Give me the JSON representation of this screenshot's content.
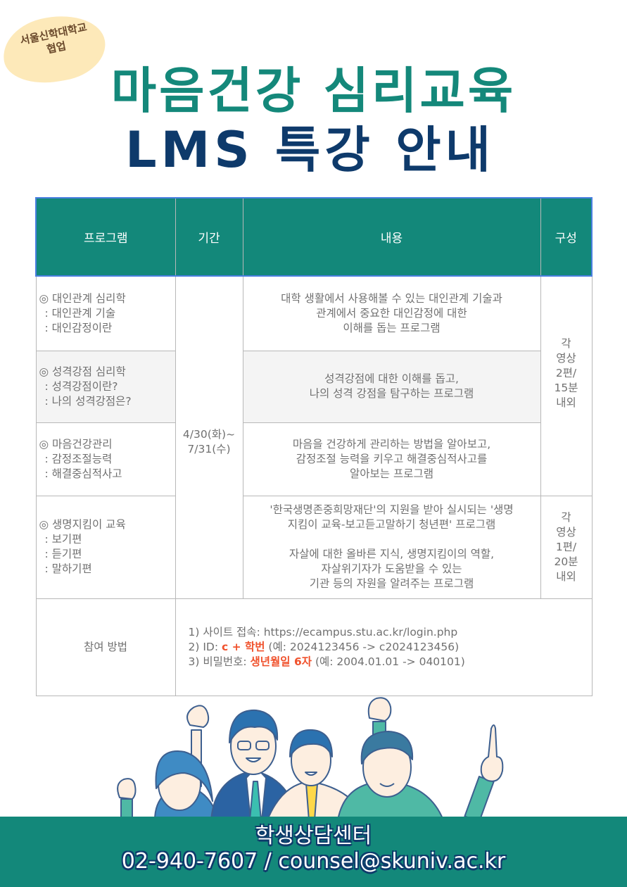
{
  "badge": {
    "line1": "서울신학대학교",
    "line2": "협업"
  },
  "title": {
    "line1": "마음건강 심리교육",
    "line2": "LMS 특강 안내"
  },
  "colors": {
    "primary_teal": "#13887a",
    "navy": "#0e3a6b",
    "highlight_red": "#f0522d",
    "bubble": "#fde9b9"
  },
  "table": {
    "headers": [
      "프로그램",
      "기간",
      "내용",
      "구성"
    ],
    "period": {
      "line1": "4/30(화)~",
      "line2": "7/31(수)"
    },
    "rows": [
      {
        "program": {
          "title": "◎ 대인관계 심리학",
          "subs": [
            ": 대인관계 기술",
            ": 대인감정이란"
          ]
        },
        "content": [
          "대학 생활에서 사용해볼 수 있는 대인관계 기술과",
          "관계에서 중요한 대인감정에 대한",
          "이해를 돕는 프로그램"
        ]
      },
      {
        "program": {
          "title": "◎ 성격강점 심리학",
          "subs": [
            ": 성격강점이란?",
            ": 나의 성격강점은?"
          ]
        },
        "content": [
          "성격강점에 대한 이해를 돕고,",
          "나의 성격 강점을 탐구하는 프로그램"
        ]
      },
      {
        "program": {
          "title": "◎ 마음건강관리",
          "subs": [
            ": 감정조절능력",
            ": 해결중심적사고"
          ]
        },
        "content": [
          "마음을 건강하게 관리하는 방법을 알아보고,",
          "감정조절 능력을 키우고 해결중심적사고를",
          "알아보는 프로그램"
        ]
      },
      {
        "program": {
          "title": "◎ 생명지킴이 교육",
          "subs": [
            ": 보기편",
            ": 듣기편",
            ": 말하기편"
          ]
        },
        "content": [
          "'한국생명존중희망재단'의 지원을 받아 실시되는 '생명",
          "지킴이 교육-보고듣고말하기 청년편' 프로그램",
          "자살에 대한 올바른 지식, 생명지킴이의 역할,",
          "자살위기자가 도움받을 수 있는",
          "기관 등의 자원을 알려주는 프로그램"
        ]
      }
    ],
    "composition": [
      [
        "각",
        "영상",
        "2편/",
        "15분",
        "내외"
      ],
      [
        "각",
        "영상",
        "1편/",
        "20분",
        "내외"
      ]
    ],
    "howto": {
      "label": "참여 방법",
      "step1": {
        "prefix": "1) 사이트 접속: ",
        "url": "https://ecampus.stu.ac.kr/login.php"
      },
      "step2": {
        "prefix": "2) ID: ",
        "highlight": "c + 학번",
        "suffix": " (예: 2024123456 -> c2024123456)"
      },
      "step3": {
        "prefix": "3) 비밀번호: ",
        "highlight": "생년월일 6자",
        "suffix": " (예: 2004.01.01 -> 040101)"
      }
    }
  },
  "footer": {
    "center": "학생상담센터",
    "contact": "02-940-7607 / counsel@skuniv.ac.kr"
  }
}
